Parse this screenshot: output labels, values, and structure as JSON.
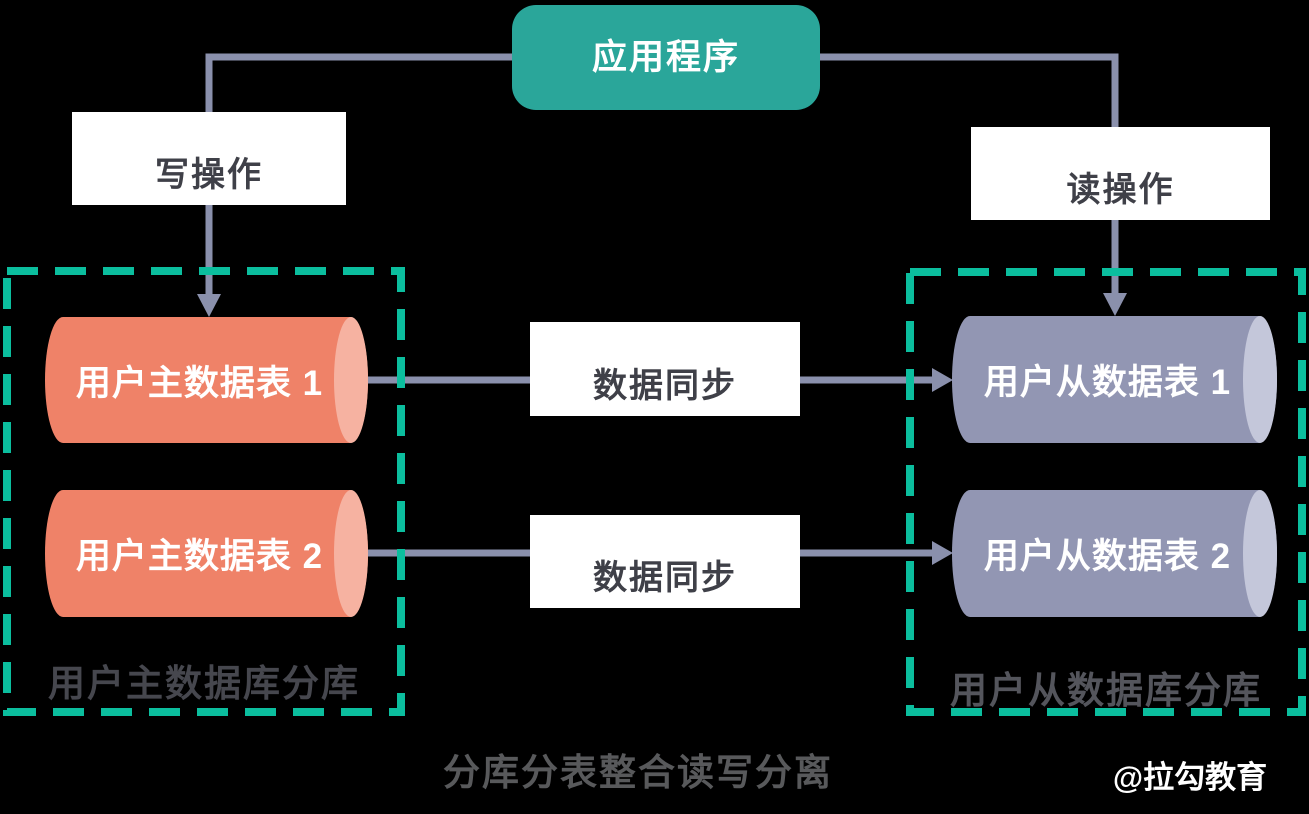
{
  "diagram": {
    "title_box": "应用程序",
    "write_label": "写操作",
    "read_label": "读操作",
    "sync_labels": [
      "数据同步",
      "数据同步"
    ],
    "master_group": {
      "tables": [
        "用户主数据表 1",
        "用户主数据表 2"
      ],
      "caption": "用户主数据库分库"
    },
    "slave_group": {
      "tables": [
        "用户从数据表 1",
        "用户从数据表 2"
      ],
      "caption": "用户从数据库分库"
    },
    "footer_caption": "分库分表整合读写分离",
    "watermark": "@拉勾教育",
    "colors": {
      "background": "#000000",
      "app_box": "#2AA69A",
      "dashed_border": "#0BBE9E",
      "connector": "#8A90AC",
      "master_cylinder": "#EF8268",
      "master_cylinder_cap": "#F6B2A1",
      "slave_cylinder": "#9296B3",
      "slave_cylinder_cap": "#C4C7DA"
    }
  }
}
